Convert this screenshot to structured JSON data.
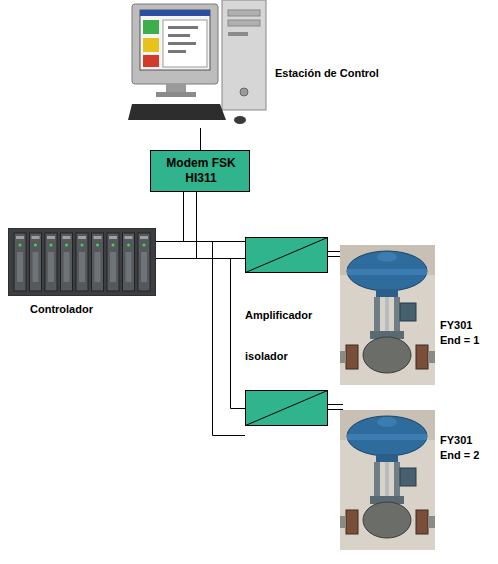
{
  "diagram": {
    "nodes": [
      {
        "text": [
          "Estación de Control"
        ]
      },
      {
        "text": [
          "Modem FSK HI311"
        ]
      },
      {
        "text": [
          "Controlador"
        ]
      },
      {
        "text": [
          "FY301",
          "End = 1"
        ]
      },
      {
        "text": [
          "FY301",
          "End = 2"
        ]
      }
    ],
    "edges": [
      {
        "from": 0,
        "to": 1,
        "arrow": "none"
      },
      {
        "from": 1,
        "to": 2,
        "arrow": "none"
      }
    ],
    "labels": [
      "Amplificador",
      "isolador"
    ]
  }
}
